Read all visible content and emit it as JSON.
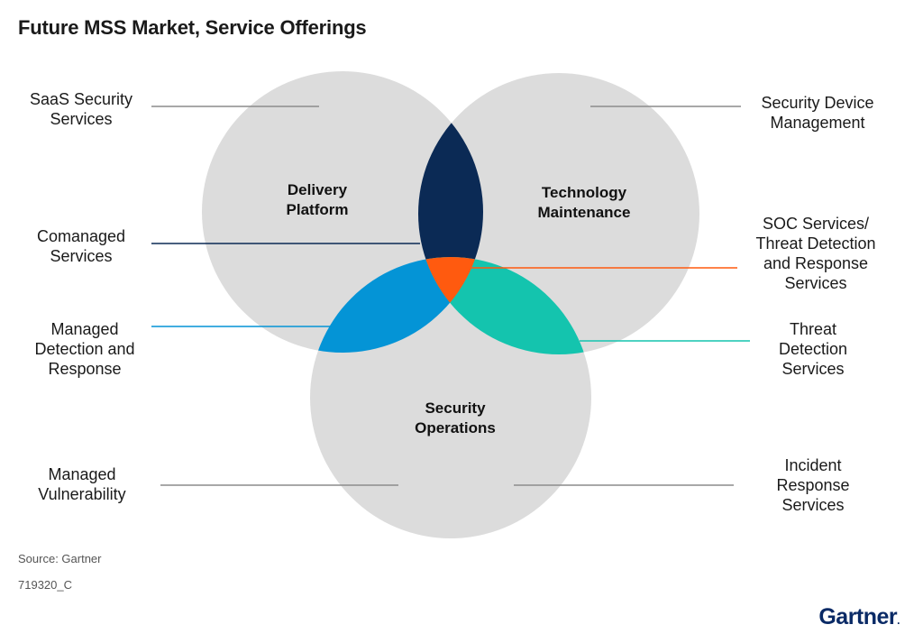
{
  "title": "Future MSS Market, Service Offerings",
  "circles": {
    "delivery": "Delivery\nPlatform",
    "technology": "Technology\nMaintenance",
    "security": "Security\nOperations"
  },
  "callouts": {
    "saas": "SaaS Security\nServices",
    "comanaged": "Comanaged\nServices",
    "mdr": "Managed\nDetection and\nResponse",
    "vulnerability": "Managed\nVulnerability",
    "device_mgmt": "Security Device\nManagement",
    "soc": "SOC Services/\nThreat Detection\nand Response\nServices",
    "threat_detection": "Threat\nDetection\nServices",
    "incident": "Incident\nResponse\nServices"
  },
  "colors": {
    "circle_fill": "#dcdcdc",
    "delivery_technology": "#0b2a55",
    "center": "#ff5a0f",
    "delivery_security": "#0494d6",
    "technology_security": "#14c4ae",
    "leader_gray": "#8c8c8c"
  },
  "footer": {
    "source": "Source: Gartner",
    "figure_id": "719320_C",
    "logo": "Gartner"
  }
}
